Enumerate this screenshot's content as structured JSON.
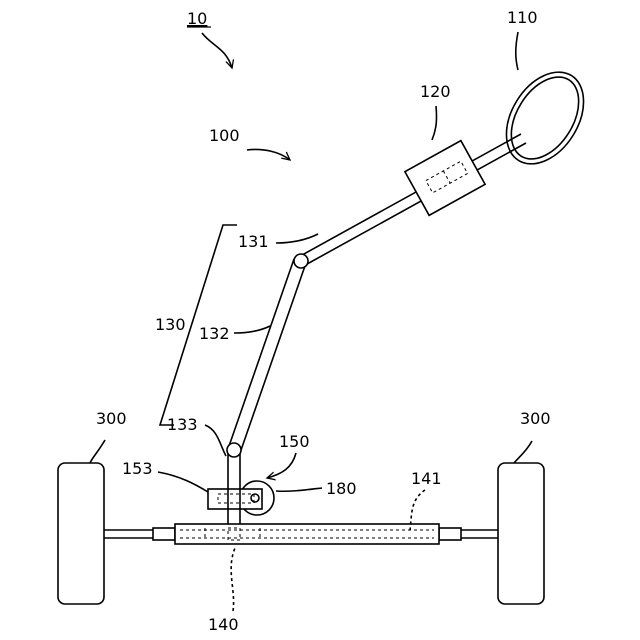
{
  "labels": {
    "system": "10",
    "steering_device": "100",
    "steering_wheel": "110",
    "column_unit": "120",
    "shaft_assembly": "130",
    "upper_joint": "131",
    "intermediate_shaft": "132",
    "lower_joint": "133",
    "rack_housing": "140",
    "rack_bar": "141",
    "actuator": "150",
    "actuator_part": "153",
    "motor": "180",
    "wheel_left": "300",
    "wheel_right": "300"
  }
}
